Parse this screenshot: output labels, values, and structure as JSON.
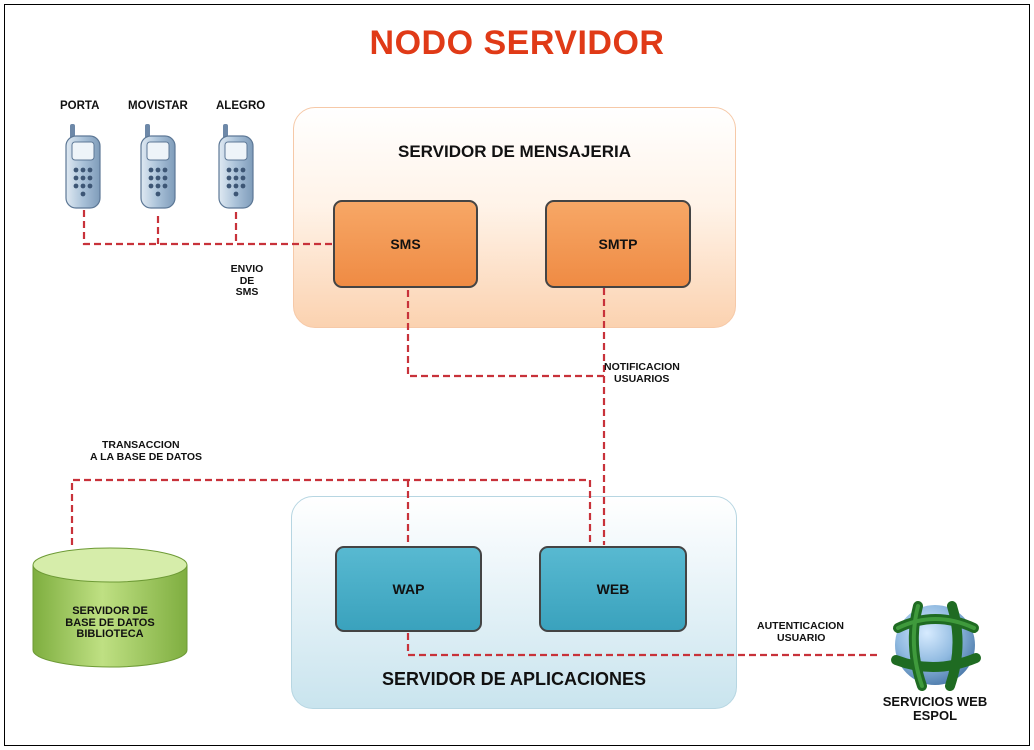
{
  "title": "NODO SERVIDOR",
  "phones": [
    {
      "label": "PORTA"
    },
    {
      "label": "MOVISTAR"
    },
    {
      "label": "ALEGRO"
    }
  ],
  "messaging_server": {
    "title": "SERVIDOR DE MENSAJERIA",
    "sms": "SMS",
    "smtp": "SMTP"
  },
  "app_server": {
    "title": "SERVIDOR DE APLICACIONES",
    "wap": "WAP",
    "web": "WEB"
  },
  "labels": {
    "envio_sms": [
      "ENVIO",
      "DE",
      "SMS"
    ],
    "notificacion": [
      "NOTIFICACION",
      "USUARIOS"
    ],
    "transaccion": [
      "TRANSACCION",
      "A LA BASE DE DATOS"
    ],
    "autenticacion": [
      "AUTENTICACION",
      "USUARIO"
    ]
  },
  "database": [
    "SERVIDOR DE",
    "BASE DE DATOS",
    "BIBLIOTECA"
  ],
  "web_services": [
    "SERVICIOS WEB",
    "ESPOL"
  ],
  "colors": {
    "title": "#e03a17",
    "dashed_line": "#c8323a",
    "orange_box": "#ef8b44",
    "teal_box": "#3aa2bd",
    "database": "#9cc95a",
    "globe": "#2f7a2f"
  },
  "icons": [
    "phone-icon",
    "database-icon",
    "globe-icon"
  ]
}
